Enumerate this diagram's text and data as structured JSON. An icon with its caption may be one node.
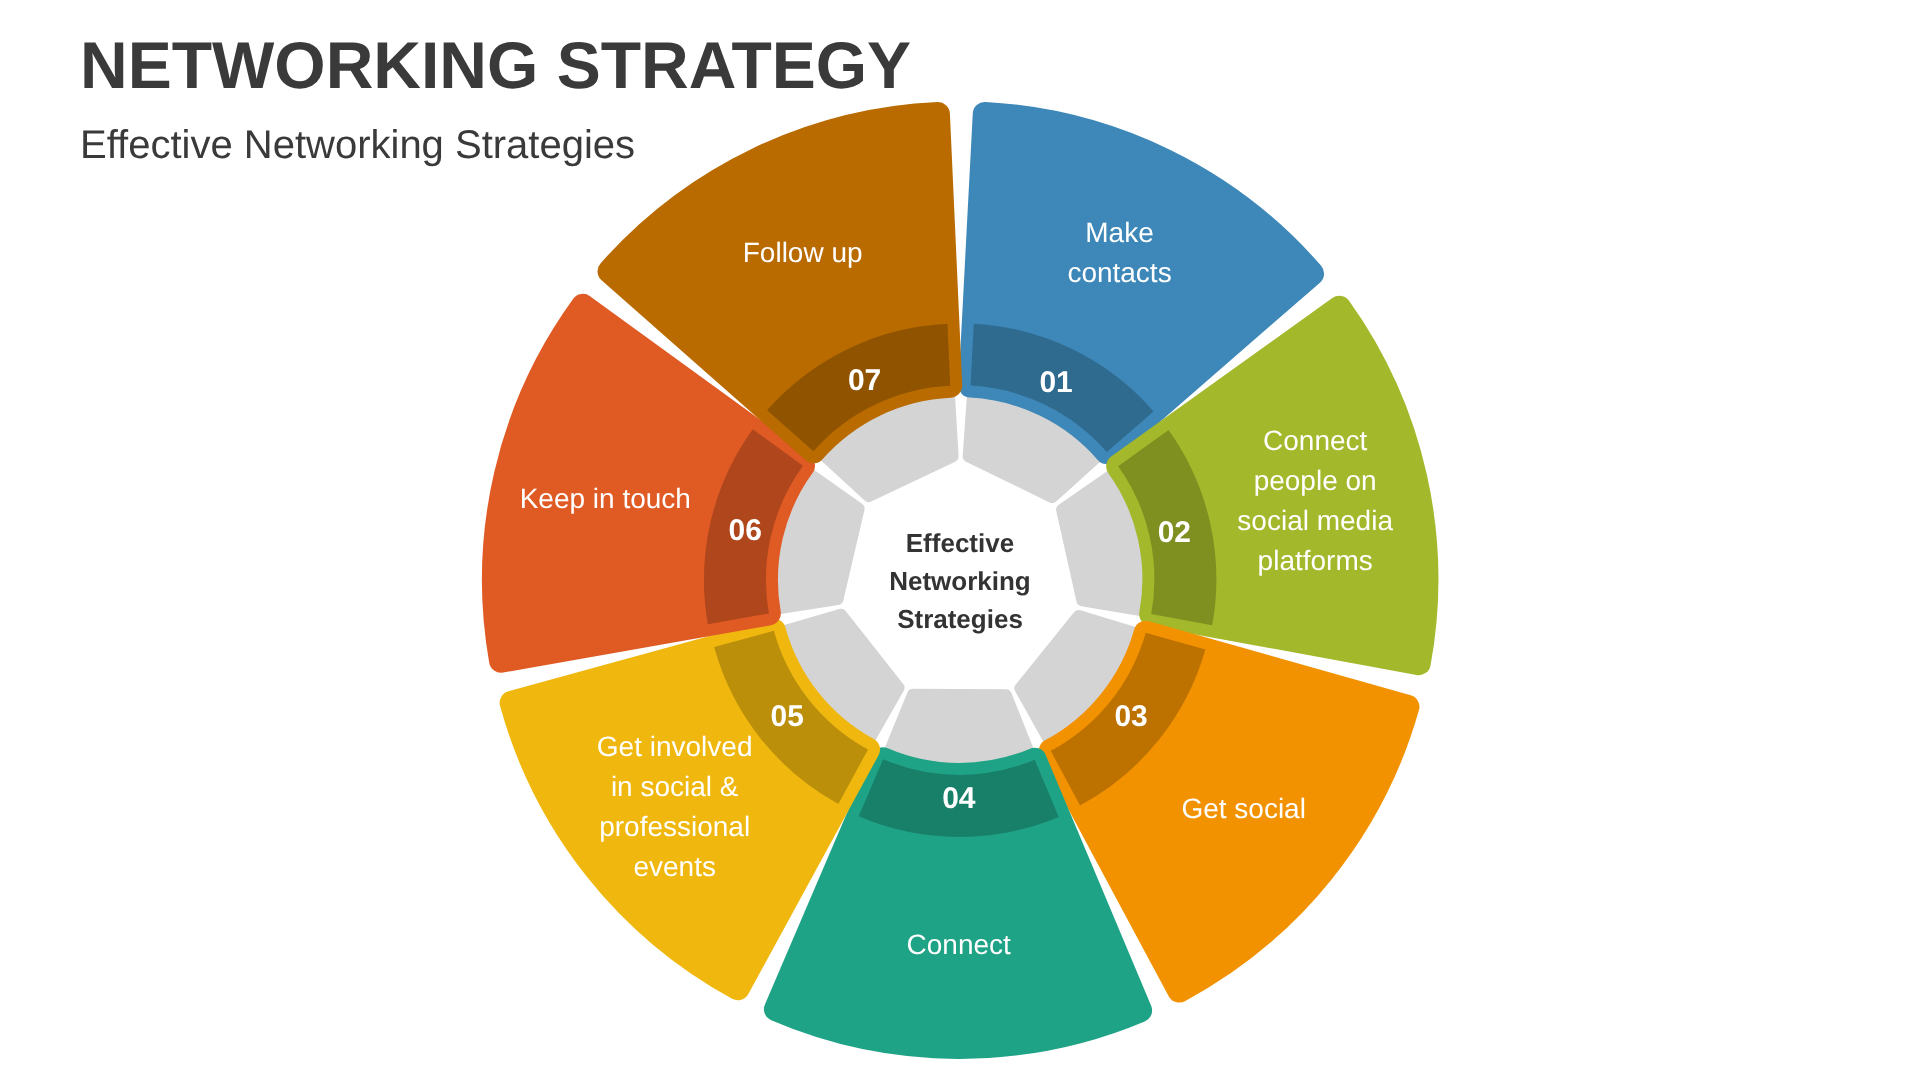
{
  "diagram": {
    "title": "NETWORKING STRATEGY",
    "nodes": [
      {
        "text": [
          "Effective Networking Strategies"
        ]
      },
      {
        "text": [
          "Make contacts",
          "01"
        ]
      },
      {
        "text": [
          "02",
          "Connect people on social media platforms"
        ]
      },
      {
        "text": [
          "03",
          "Get social"
        ]
      },
      {
        "text": [
          "04",
          "Connect"
        ]
      },
      {
        "text": [
          "Get involved in social & professional events",
          "05"
        ]
      },
      {
        "text": [
          "Keep in touch",
          "06"
        ]
      },
      {
        "text": [
          "Follow up",
          "07"
        ]
      }
    ],
    "edges": [],
    "labels": [
      "Effective Networking Strategies"
    ]
  }
}
